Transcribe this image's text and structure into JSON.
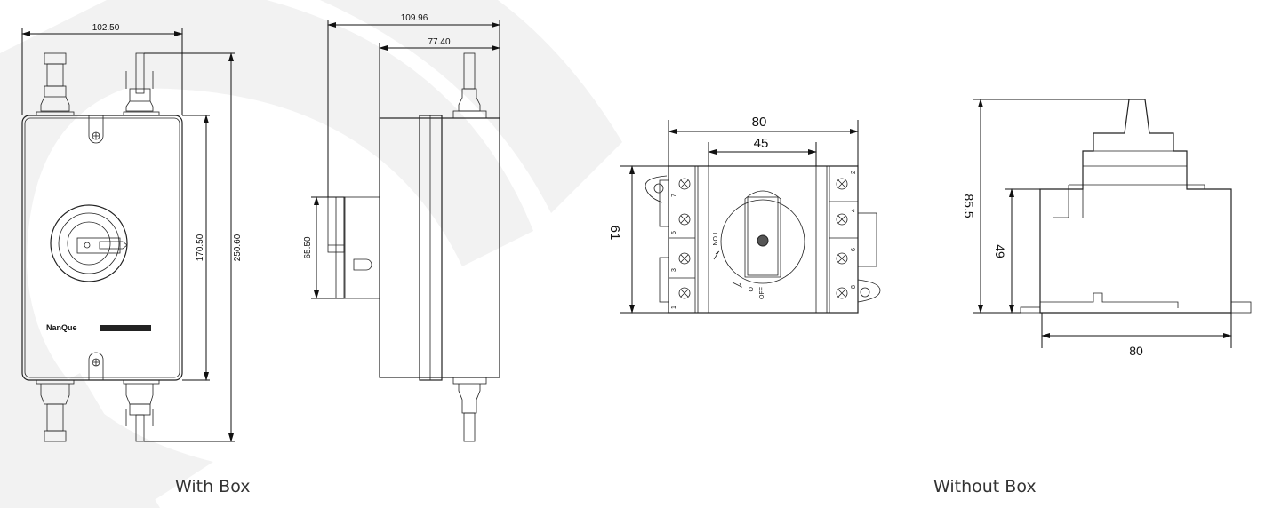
{
  "with_box": {
    "caption": "With Box",
    "brand": "NanQue",
    "dims": {
      "width": "102.50",
      "body_height": "170.50",
      "total_height": "250.60",
      "total_depth": "109.96",
      "body_depth": "77.40",
      "mount_height": "65.50"
    }
  },
  "without_box": {
    "caption": "Without Box",
    "dims": {
      "width": "80",
      "knob_width": "45",
      "height": "61",
      "total_height": "85.5",
      "body_height": "49",
      "base_width": "80"
    },
    "switch_labels": {
      "on": "ON",
      "off": "OFF",
      "on_symbol": "I",
      "off_symbol": "O"
    },
    "terminals": [
      "7",
      "5",
      "3",
      "1",
      "2",
      "4",
      "6",
      "8"
    ]
  },
  "colors": {
    "line": "#222222",
    "watermark": "#f2f2f2"
  }
}
